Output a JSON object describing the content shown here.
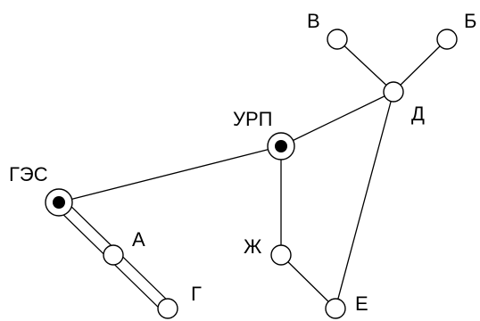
{
  "diagram": {
    "labels": {
      "v": "В",
      "b": "Б",
      "d": "Д",
      "urp": "УРП",
      "ges": "ГЭС",
      "a": "А",
      "zh": "Ж",
      "g": "Г",
      "e": "Е"
    },
    "nodes": [
      {
        "id": "v",
        "type": "open"
      },
      {
        "id": "b",
        "type": "open"
      },
      {
        "id": "d",
        "type": "open"
      },
      {
        "id": "urp",
        "type": "source"
      },
      {
        "id": "ges",
        "type": "source"
      },
      {
        "id": "a",
        "type": "open"
      },
      {
        "id": "g",
        "type": "open"
      },
      {
        "id": "zh",
        "type": "open"
      },
      {
        "id": "e",
        "type": "open"
      }
    ],
    "edges": [
      {
        "from": "v",
        "to": "d",
        "line": "single"
      },
      {
        "from": "b",
        "to": "d",
        "line": "single"
      },
      {
        "from": "d",
        "to": "urp",
        "line": "single"
      },
      {
        "from": "d",
        "to": "e",
        "line": "single"
      },
      {
        "from": "urp",
        "to": "ges",
        "line": "single"
      },
      {
        "from": "urp",
        "to": "zh",
        "line": "single"
      },
      {
        "from": "zh",
        "to": "e",
        "line": "single"
      },
      {
        "from": "ges",
        "to": "a",
        "line": "double"
      },
      {
        "from": "a",
        "to": "g",
        "line": "double"
      }
    ]
  }
}
